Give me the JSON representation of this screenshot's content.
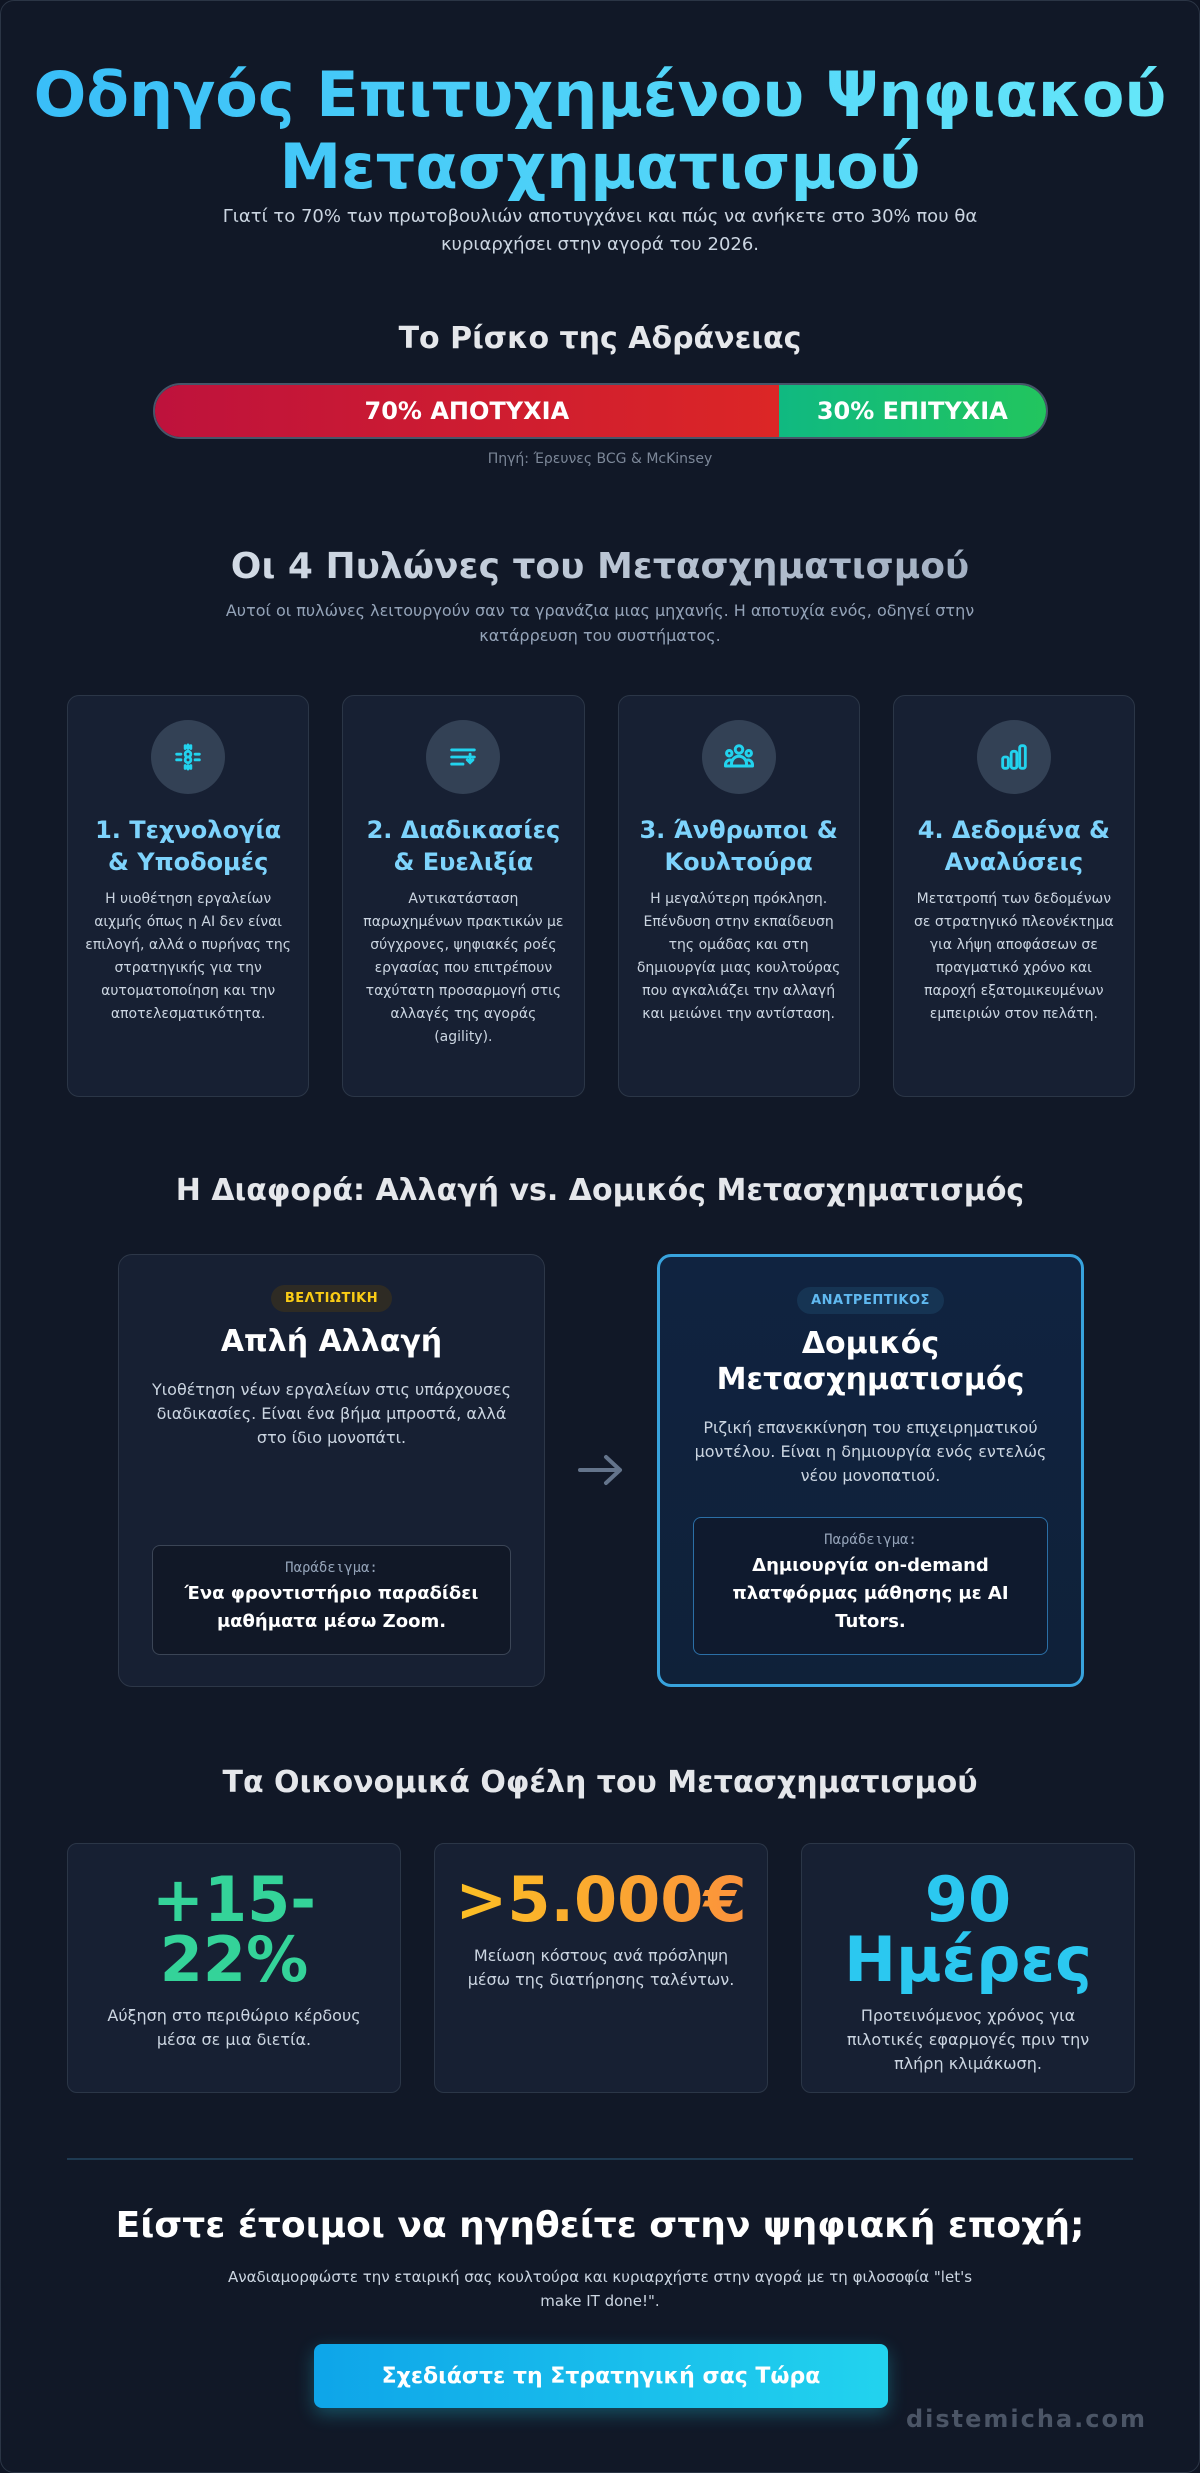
{
  "hero": {
    "title": "Οδηγός Επιτυχημένου Ψηφιακού Μετασχηματισμού",
    "subtitle": "Γιατί το 70% των πρωτοβουλιών αποτυγχάνει και πώς να ανήκετε στο 30% που θα κυριαρχήσει στην αγορά του 2026."
  },
  "risk": {
    "title": "Το Ρίσκο της Αδράνειας",
    "failure_label": "70% ΑΠΟΤΥΧΙΑ",
    "failure_pct": 70,
    "success_label": "30% ΕΠΙΤΥΧΙΑ",
    "success_pct": 30,
    "source": "Πηγή: Έρευνες BCG & McKinsey",
    "colors": {
      "failure": "#dc2626",
      "success": "#22c55e"
    }
  },
  "pillars": {
    "title": "Οι 4 Πυλώνες του Μετασχηματισμού",
    "subtitle": "Αυτοί οι πυλώνες λειτουργούν σαν τα γρανάζια μιας μηχανής. Η αποτυχία ενός, οδηγεί στην κατάρρευση του συστήματος.",
    "items": [
      {
        "icon": "chip-icon",
        "title": "1. Τεχνολογία & Υποδομές",
        "desc": "Η υιοθέτηση εργαλείων αιχμής όπως η AI δεν είναι επιλογή, αλλά ο πυρήνας της στρατηγικής για την αυτοματοποίηση και την αποτελεσματικότητα."
      },
      {
        "icon": "process-flow-icon",
        "title": "2. Διαδικασίες & Ευελιξία",
        "desc": "Αντικατάσταση παρωχημένων πρακτικών με σύγχρονες, ψηφιακές ροές εργασίας που επιτρέπουν ταχύτατη προσαρμογή στις αλλαγές της αγοράς (agility)."
      },
      {
        "icon": "people-group-icon",
        "title": "3. Άνθρωποι & Κουλτούρα",
        "desc": "Η μεγαλύτερη πρόκληση. Επένδυση στην εκπαίδευση της ομάδας και στη δημιουργία μιας κουλτούρας που αγκαλιάζει την αλλαγή και μειώνει την αντίσταση."
      },
      {
        "icon": "bar-chart-icon",
        "title": "4. Δεδομένα & Αναλύσεις",
        "desc": "Μετατροπή των δεδομένων σε στρατηγικό πλεονέκτημα για λήψη αποφάσεων σε πραγματικό χρόνο και παροχή εξατομικευμένων εμπειριών στον πελάτη."
      }
    ]
  },
  "difference": {
    "title": "Η Διαφορά: Αλλαγή vs. Δομικός Μετασχηματισμός",
    "simple": {
      "badge": "ΒΕΛΤΙΩΤΙΚΗ",
      "heading": "Απλή Αλλαγή",
      "desc": "Υιοθέτηση νέων εργαλείων στις υπάρχουσες διαδικασίες. Είναι ένα βήμα μπροστά, αλλά στο ίδιο μονοπάτι.",
      "example_label": "Παράδειγμα:",
      "example_text": "Ένα φροντιστήριο παραδίδει μαθήματα μέσω Zoom."
    },
    "structural": {
      "badge": "ΑΝΑΤΡΕΠΤΙΚΟΣ",
      "heading": "Δομικός Μετασχηματισμός",
      "desc": "Ριζική επανεκκίνηση του επιχειρηματικού μοντέλου. Είναι η δημιουργία ενός εντελώς νέου μονοπατιού.",
      "example_label": "Παράδειγμα:",
      "example_text": "Δημιουργία on-demand πλατφόρμας μάθησης με AI Tutors."
    }
  },
  "benefits": {
    "title": "Τα Οικονομικά Οφέλη του Μετασχηματισμού",
    "items": [
      {
        "value": "+15-22%",
        "desc": "Αύξηση στο περιθώριο κέρδους μέσα σε μια διετία.",
        "color": "#34d399"
      },
      {
        "value": ">5.000€",
        "desc": "Μείωση κόστους ανά πρόσληψη μέσω της διατήρησης ταλέντων.",
        "color": "#fbbf24"
      },
      {
        "value": "90 Ημέρες",
        "desc": "Προτεινόμενος χρόνος για πιλοτικές εφαρμογές πριν την πλήρη κλιμάκωση.",
        "color": "#2bc8f0"
      }
    ]
  },
  "cta": {
    "title": "Είστε έτοιμοι να ηγηθείτε στην ψηφιακή εποχή;",
    "subtitle": "Αναδιαμορφώστε την εταιρική σας κουλτούρα και κυριαρχήστε στην αγορά με τη φιλοσοφία \"let's make IT done!\".",
    "button_label": "Σχεδιάστε τη Στρατηγική σας Τώρα"
  },
  "watermark": "distemicha.com"
}
